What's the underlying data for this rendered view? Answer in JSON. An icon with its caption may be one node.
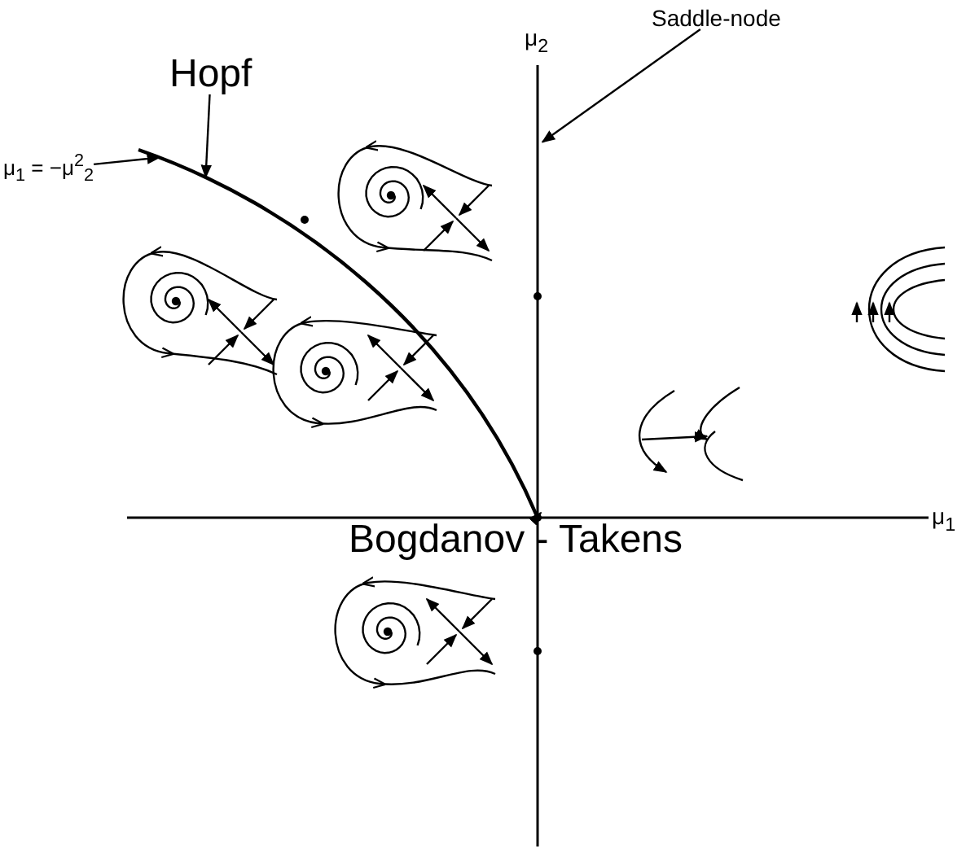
{
  "diagram": {
    "nodes": [
      {
        "text": [
          "Hopf"
        ]
      },
      {
        "text": [
          "μ$_{1}$ = −μ$^{2}$$_{2}$"
        ]
      },
      {
        "text": [
          "Saddle-node"
        ]
      },
      {
        "text": [
          "Bogdanov - Takens"
        ]
      },
      {
        "text": [],
        "shape": "curve"
      },
      {
        "text": [],
        "shape": "line"
      },
      {
        "text": [],
        "shape": "point"
      }
    ],
    "edges": [
      {
        "from": 0,
        "to": 4,
        "arrow": "to"
      },
      {
        "from": 1,
        "to": 4,
        "arrow": "to"
      },
      {
        "from": 2,
        "to": 5,
        "arrow": "to"
      },
      {
        "from": 3,
        "to": 6,
        "arrow": "to"
      }
    ],
    "labels": [
      "μ$_{2}$",
      "μ$_{1}$"
    ]
  }
}
